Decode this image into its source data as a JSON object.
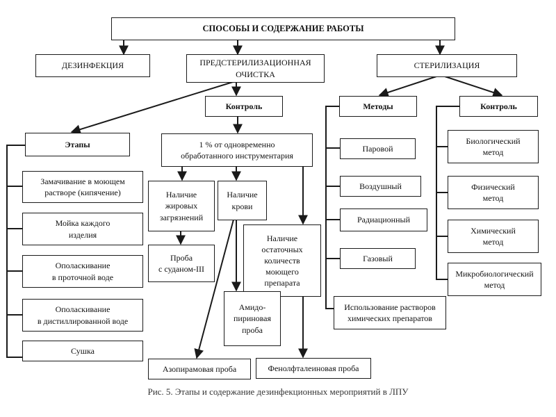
{
  "nodes": {
    "root": "СПОСОБЫ И СОДЕРЖАНИЕ РАБОТЫ",
    "disinfection": "ДЕЗИНФЕКЦИЯ",
    "presterilization": "ПРЕДСТЕРИЛИЗАЦИОННАЯ\nОЧИСТКА",
    "sterilization": "СТЕРИЛИЗАЦИЯ",
    "control_presterilization": "Контроль",
    "methods": "Методы",
    "control_sterilization": "Контроль",
    "stages": "Этапы",
    "one_percent": "1 % от одновременно\nобработанного инструментария",
    "fat": "Наличие\nжировых\nзагрязнений",
    "blood": "Наличие\nкрови",
    "detergent_residue": "Наличие\nостаточных\nколичеств\nмоющего\nпрепарата",
    "sudan_test": "Проба\nс суданом-III",
    "amidopyrine_test": "Амидо-\nпириновая\nпроба",
    "azopyram_test": "Азопирамовая проба",
    "phenolphthalein_test": "Фенолфталеиновая проба",
    "stage_soaking": "Замачивание в моющем\nрастворе (кипячение)",
    "stage_washing": "Мойка каждого\nизделия",
    "stage_rinsing_running": "Ополаскивание\nв проточной воде",
    "stage_rinsing_distilled": "Ополаскивание\nв дистиллированной воде",
    "stage_drying": "Сушка",
    "method_steam": "Паровой",
    "method_air": "Воздушный",
    "method_radiation": "Радиационный",
    "method_gas": "Газовый",
    "method_chemical_solutions": "Использование растворов\nхимических препаратов",
    "control_biological": "Биологический\nметод",
    "control_physical": "Физический\nметод",
    "control_chemical": "Химический\nметод",
    "control_microbiological": "Микробиологический\nметод"
  },
  "caption": "Рис. 5. Этапы и содержание дезинфекционных мероприятий в ЛПУ"
}
